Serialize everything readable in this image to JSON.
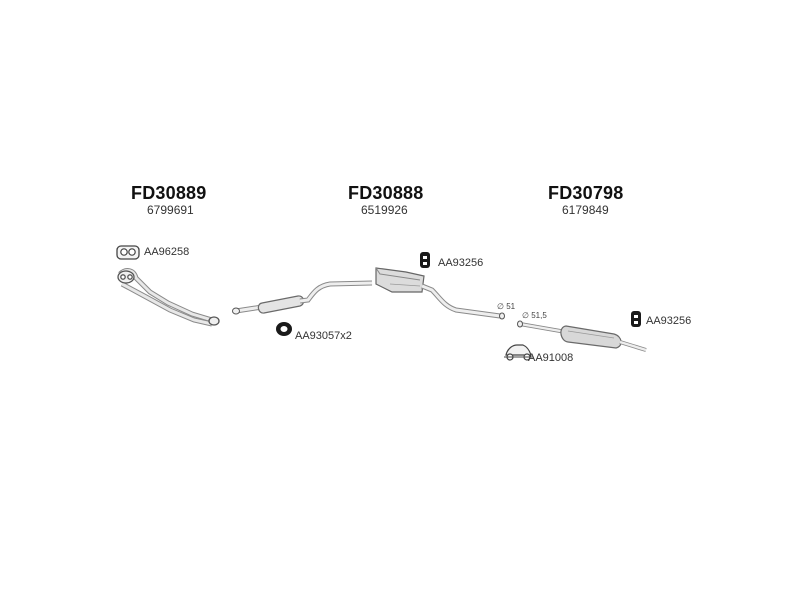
{
  "sections": [
    {
      "code": "FD30889",
      "oem": "6799691"
    },
    {
      "code": "FD30888",
      "oem": "6519926"
    },
    {
      "code": "FD30798",
      "oem": "6179849"
    }
  ],
  "accessories": {
    "gasket_front": "AA96258",
    "clamp_pair": "AA93057",
    "clamp_qty": "x2",
    "hanger_mid": "AA93256",
    "hanger_rear": "AA93256",
    "mount_kit": "AA91008"
  },
  "diameters": {
    "mid_pipe": "∅ 51",
    "rear_pipe": "∅ 51,5"
  },
  "colors": {
    "line": "#7a7a7a",
    "fill": "#e6e6e6",
    "dark": "#1a1a1a"
  }
}
